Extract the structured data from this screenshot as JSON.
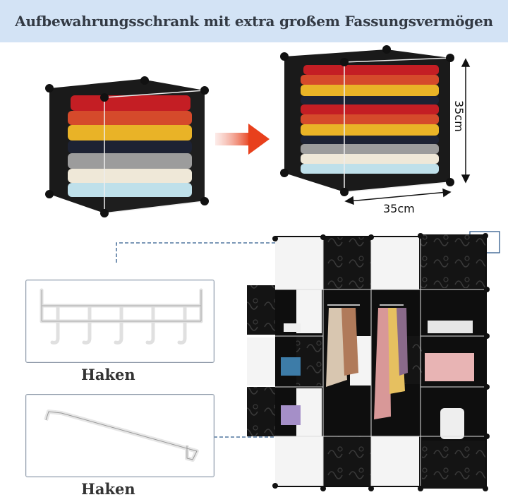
{
  "banner": {
    "title": "Aufbewahrungsschrank mit extra großem Fassungsvermögen"
  },
  "dimensions": {
    "height_label": "35cm",
    "width_label": "35cm"
  },
  "accessories": [
    {
      "caption": "Haken"
    },
    {
      "caption": "Haken"
    }
  ],
  "colors": {
    "banner_bg": "#d3e3f5",
    "arrow": "#e8401c",
    "leader_line": "#2f5a8c",
    "cabinet": "#111111",
    "door_white": "#f4f4f4"
  }
}
